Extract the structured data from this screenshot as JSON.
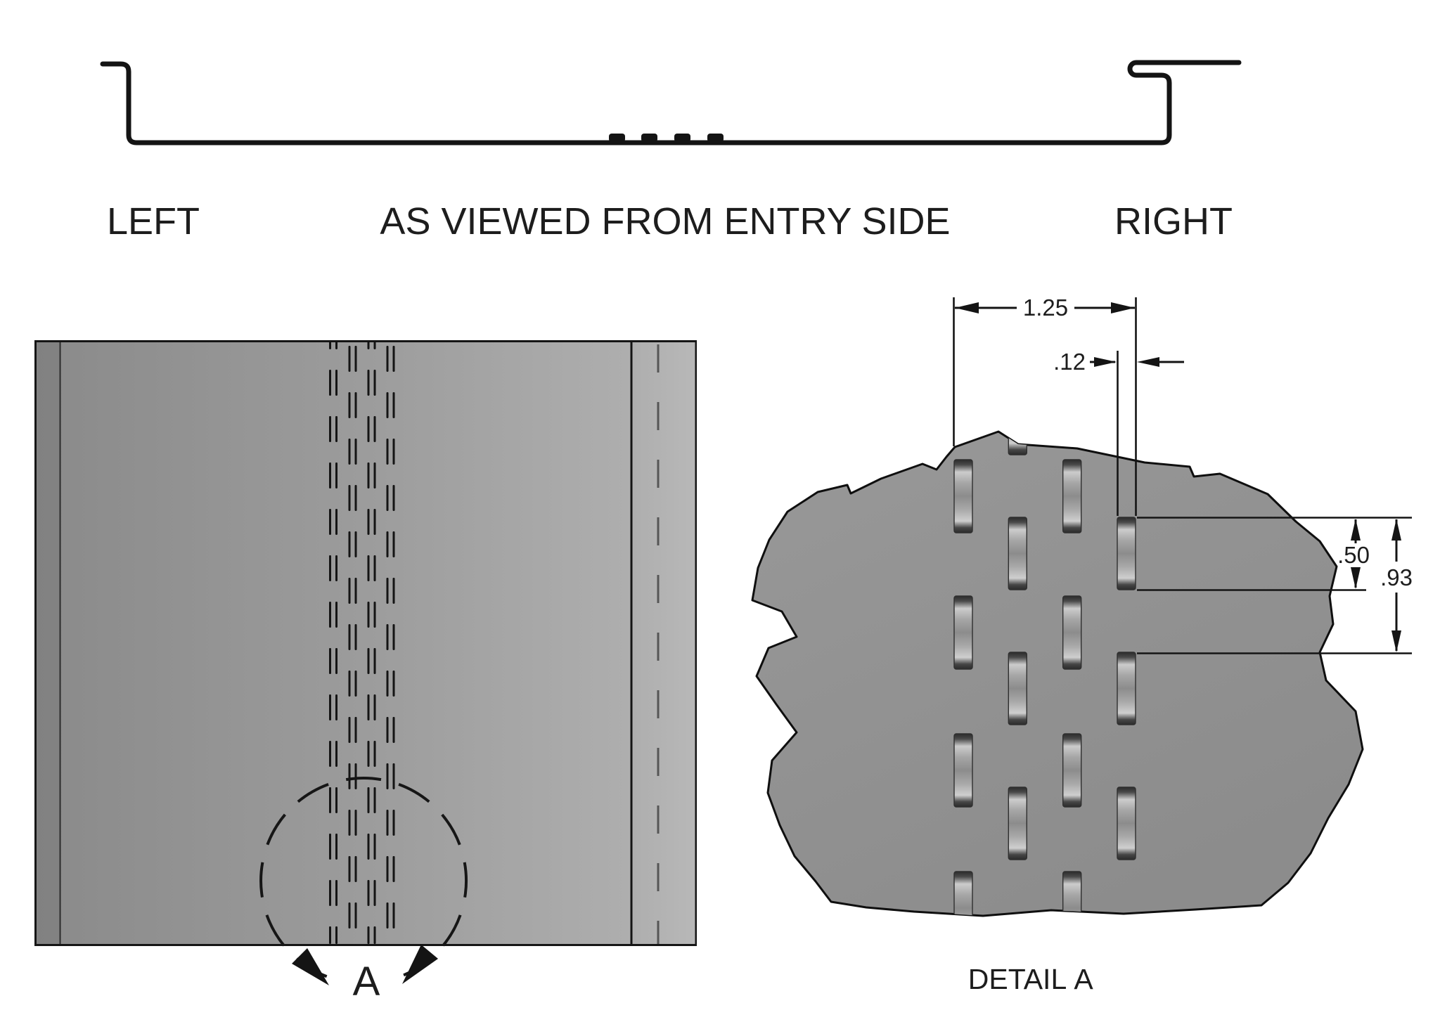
{
  "header": {
    "left_label": "LEFT",
    "center_label": "AS VIEWED FROM ENTRY SIDE",
    "right_label": "RIGHT"
  },
  "panel_view": {
    "callout_label": "A"
  },
  "detail_view": {
    "title_word": "DETAIL",
    "title_letter": "A",
    "dims": {
      "pattern_width": "1.25",
      "slot_width": ".12",
      "slot_length": ".50",
      "row_pitch": ".93"
    }
  },
  "colors": {
    "background": "#ffffff",
    "line": "#141414",
    "text": "#1d1d1d",
    "panel_gray_dark": "#8a8a8a",
    "panel_gray_light": "#b2b2b2",
    "blob_gray": "#929292",
    "hem_dash_gray": "#565656"
  }
}
